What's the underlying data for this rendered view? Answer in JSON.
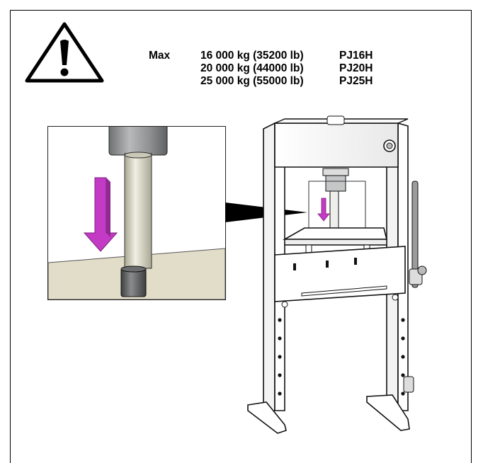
{
  "warning": {
    "label": "Max"
  },
  "capacities": [
    {
      "load": "16 000 kg (35200 lb)",
      "model": "PJ16H"
    },
    {
      "load": "20 000 kg (44000 lb)",
      "model": "PJ20H"
    },
    {
      "load": "25 000 kg (55000 lb)",
      "model": "PJ25H"
    }
  ],
  "colors": {
    "arrow": "#c33bc4",
    "table": "#e2ddc9",
    "ram": "#d9d7c8",
    "cylinder": "#9fa1a2"
  }
}
